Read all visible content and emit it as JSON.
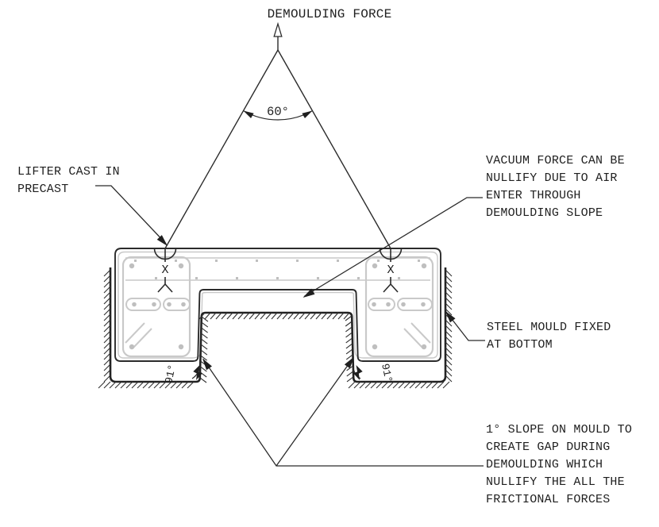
{
  "diagram": {
    "force_label": "DEMOULDING FORCE",
    "sling_angle": "60°",
    "lifter_label": {
      "lines": [
        "LIFTER CAST IN",
        "PRECAST"
      ]
    },
    "vacuum_label": {
      "lines": [
        "VACUUM FORCE CAN BE",
        "NULLIFY DUE TO AIR",
        "ENTER THROUGH",
        "DEMOULDING SLOPE"
      ]
    },
    "mould_label": {
      "lines": [
        "STEEL MOULD FIXED",
        "AT BOTTOM"
      ]
    },
    "slope_label": {
      "lines": [
        "1° SLOPE ON MOULD TO",
        "CREATE GAP DURING",
        "DEMOULDING WHICH",
        "NULLIFY THE ALL THE",
        "FRICTIONAL FORCES"
      ]
    },
    "mould_angle_left": "91°",
    "mould_angle_right": "91°",
    "lifter_mark_left": "X",
    "lifter_mark_right": "X",
    "colors": {
      "line": "#2b2b2b",
      "rebar": "#c9c9c9",
      "background": "#ffffff"
    }
  }
}
